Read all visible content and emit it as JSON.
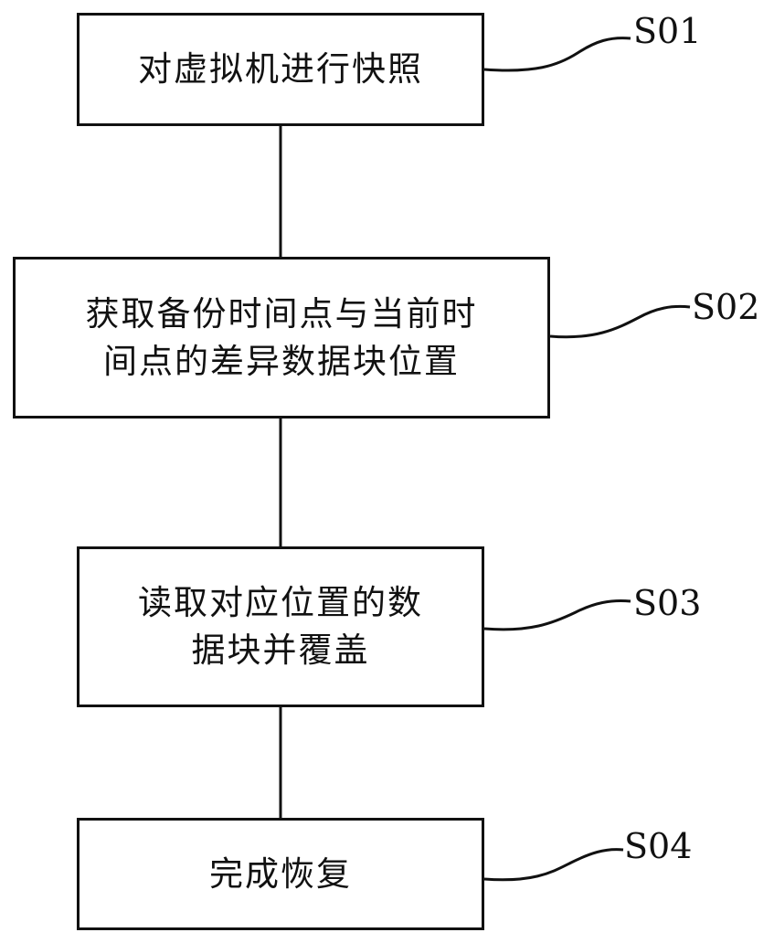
{
  "steps": [
    {
      "id": "S01",
      "lines": [
        "对虚拟机进行快照"
      ]
    },
    {
      "id": "S02",
      "lines": [
        "获取备份时间点与当前时",
        "间点的差异数据块位置"
      ]
    },
    {
      "id": "S03",
      "lines": [
        "读取对应位置的数",
        "据块并覆盖"
      ]
    },
    {
      "id": "S04",
      "lines": [
        "完成恢复"
      ]
    }
  ]
}
